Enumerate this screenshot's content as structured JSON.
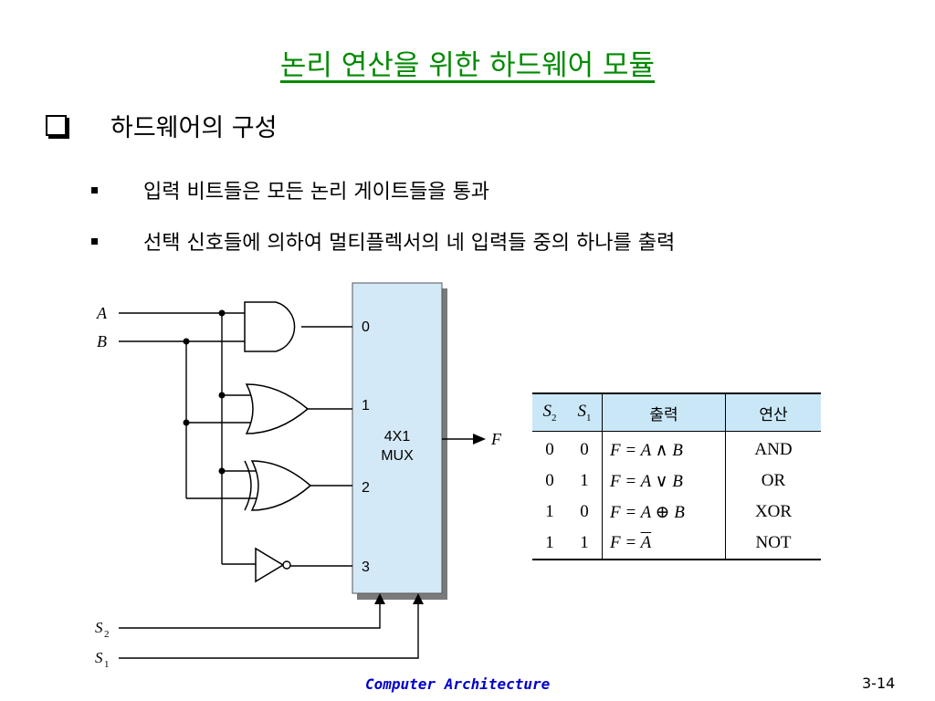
{
  "title": "논리 연산을 위한 하드웨어 모듈",
  "heading": "하드웨어의 구성",
  "bullets": [
    "입력 비트들은 모든 논리 게이트들을 통과",
    "선택 신호들에 의하여 멀티플렉서의 네 입력들 중의 하나를 출력"
  ],
  "diagram": {
    "input_a": "A",
    "input_b": "B",
    "select_2": "S",
    "select_2_sub": "2",
    "select_1": "S",
    "select_1_sub": "1",
    "output": "F",
    "mux_inputs": [
      "0",
      "1",
      "2",
      "3"
    ],
    "mux_label_line1": "4X1",
    "mux_label_line2": "MUX",
    "gates": [
      "AND",
      "OR",
      "XOR",
      "NOT"
    ]
  },
  "table": {
    "headers": {
      "s2": "S",
      "s2_sub": "2",
      "s1": "S",
      "s1_sub": "1",
      "output": "출력",
      "operation": "연산"
    },
    "rows": [
      {
        "s2": "0",
        "s1": "0",
        "func": "F = A ∧ B",
        "op": "AND"
      },
      {
        "s2": "0",
        "s1": "1",
        "func": "F = A ∨ B",
        "op": "OR"
      },
      {
        "s2": "1",
        "s1": "0",
        "func": "F = A ⊕ B",
        "op": "XOR"
      },
      {
        "s2": "1",
        "s1": "1",
        "func_prefix": "F = ",
        "func_bar": "A",
        "op": "NOT"
      }
    ]
  },
  "footer": "Computer Architecture",
  "page_number": "3-14",
  "colors": {
    "title": "#008a00",
    "footer": "#0000cc",
    "mux_fill": "#d4e9f7",
    "table_header": "#c9e7f7"
  }
}
